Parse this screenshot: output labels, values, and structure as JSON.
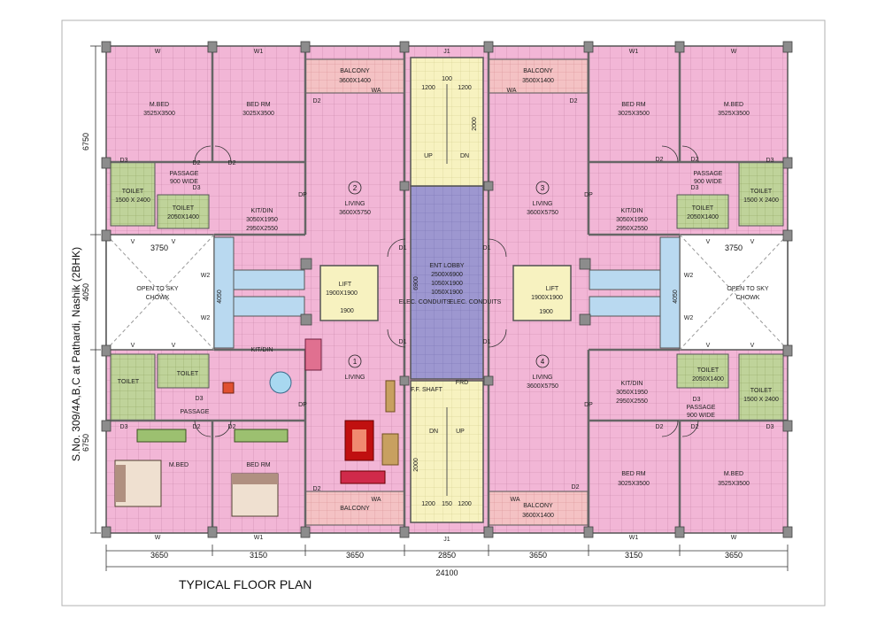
{
  "title": "TYPICAL FLOOR PLAN",
  "side_text": "S.No. 309/4A,B,C at Pathardi, Nashik (2BHK)",
  "colors": {
    "room_pink": "#f2b6d6",
    "grid_line": "#c784a8",
    "wall_grey": "#8c8c8c",
    "lift_yellow": "#f7f2c0",
    "lobby_purple": "#9d97d0",
    "duct_blue": "#b9d9f0",
    "toilet_green": "#bfd39a",
    "balcony_salmon": "#f4c2c4"
  },
  "flats": [
    {
      "number": "1",
      "label": "LIVING",
      "size": ""
    },
    {
      "number": "2",
      "label": "LIVING",
      "size": "3600X5750"
    },
    {
      "number": "3",
      "label": "LIVING",
      "size": "3600X5750"
    },
    {
      "number": "4",
      "label": "LIVING",
      "size": "3600X5750"
    }
  ],
  "rooms": {
    "mbed_label": "M.BED",
    "mbed_size": "3525X3500",
    "bedrm_label": "BED RM",
    "bedrm_size": "3025X3500",
    "balcony_label": "BALCONY",
    "balcony_size": "3500X1400",
    "balcony_size_tl": "3600X1400",
    "kitdin_label": "KIT/DIN",
    "kitdin_size1": "3050X1950",
    "kitdin_size2": "2950X2550",
    "toilet_label": "TOILET",
    "toilet_size_a": "1500 X 2400",
    "toilet_size_b": "2050X1400",
    "passage_label": "PASSAGE",
    "passage_size": "900 WIDE",
    "chowk_line1": "OPEN TO SKY",
    "chowk_line2": "CHOWK",
    "lift_label": "LIFT",
    "lift_size": "1900X1900",
    "lobby_label": "ENT LOBBY",
    "lobby_sizes": [
      "2500X6900",
      "1050X1900",
      "1050X1900"
    ],
    "elec": "ELEC. CONDUITS",
    "fire_shaft": "F.F. SHAFT",
    "frd": "FRD",
    "up": "UP",
    "dn": "DN"
  },
  "tags": {
    "w": "W",
    "w1": "W1",
    "w2": "W2",
    "wa": "WA",
    "v": "V",
    "d1": "D1",
    "d2": "D2",
    "d3": "D3",
    "dp": "DP",
    "j1": "J1"
  },
  "dims": {
    "bottom": [
      "3650",
      "3150",
      "3650",
      "2850",
      "3650",
      "3150",
      "3650"
    ],
    "total": "24100",
    "left_top": "6750",
    "left_mid": "4050",
    "left_bottom": "6750",
    "chowk_w": "3750",
    "lift_1900": "1900",
    "stair_1200": "1200",
    "stair_100": "100",
    "stair_150": "150",
    "stair_2000": "2000",
    "lobby_6900": "6900"
  }
}
